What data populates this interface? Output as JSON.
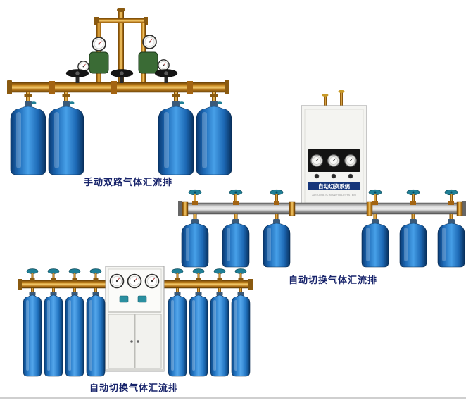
{
  "scenes": {
    "manual_dual": {
      "caption": "手动双路气体汇流排"
    },
    "auto_switch_wall": {
      "caption": "自动切换气体汇流排",
      "cabinet_label": "自动切换系统",
      "cabinet_sublabel": "AUTOMATIC MANIFOLD SYSTEM"
    },
    "auto_switch_floor": {
      "caption": "自动切换气体汇流排"
    }
  },
  "colors": {
    "caption_text": "#18246b",
    "brass": "#c8871e",
    "cylinder_blue": "#1e6cb8",
    "rail_silver": "#c6c6c6",
    "handwheel_teal": "#1f7f96",
    "cabinet_body": "#f4f4f1",
    "panel_black": "#141414",
    "label_strip_blue": "#16367a"
  }
}
